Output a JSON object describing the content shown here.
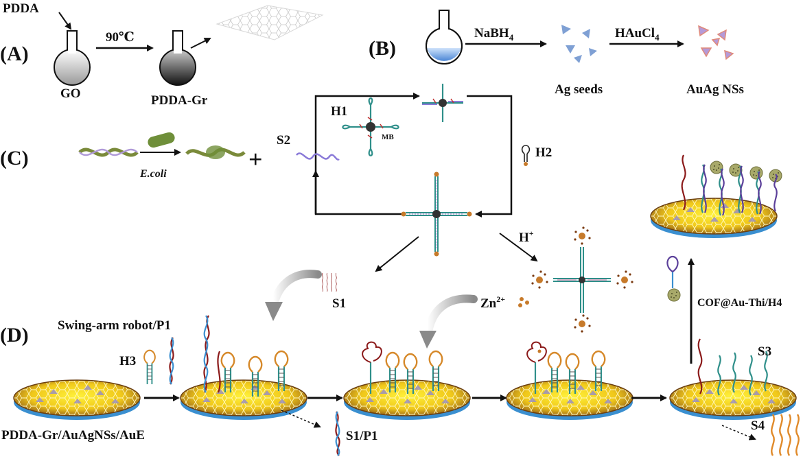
{
  "panels": {
    "a": "(A)",
    "b": "(B)",
    "c": "(C)",
    "d": "(D)"
  },
  "panel_a": {
    "pdda": "PDDA",
    "temp": "90℃",
    "go": "GO",
    "pdda_gr": "PDDA-Gr"
  },
  "panel_b": {
    "nabh4": "NaBH4",
    "haucl4": "HAuCl4",
    "ag_seeds": "Ag seeds",
    "auag": "AuAg NSs"
  },
  "panel_c": {
    "ecoli": "E.coli",
    "plus": "+",
    "s2": "S2",
    "h1": "H1",
    "mb": "MB",
    "h2": "H2",
    "hplus": "H+",
    "s1": "S1",
    "zn": "Zn2+"
  },
  "panel_d": {
    "robot": "Swing-arm robot/P1",
    "h3": "H3",
    "electrode": "PDDA-Gr/AuAgNSs/AuE",
    "s1p1": "S1/P1",
    "s3": "S3",
    "s4": "S4",
    "cof": "COF@Au-Thi/H4"
  },
  "colors": {
    "electrode_gold": "#f4d21a",
    "electrode_brown": "#8a5418",
    "electrode_blue": "#3a8fd0",
    "dna_teal": "#2f8f8a",
    "dna_orange": "#d6892a",
    "dna_red": "#8b1a1a",
    "dna_purple": "#5b3f9a",
    "au_dot": "#c77a2a",
    "cof_ball": "#a8a96a"
  }
}
